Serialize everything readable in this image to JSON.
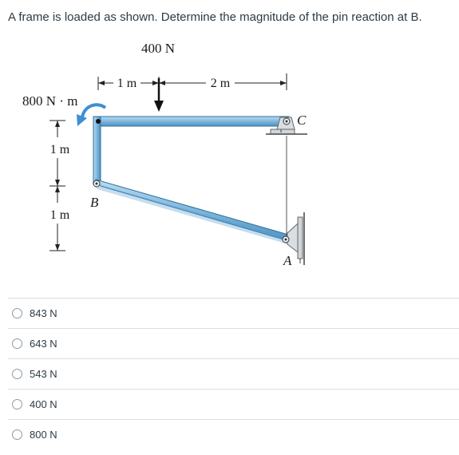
{
  "question": {
    "text": "A frame is loaded as shown. Determine the magnitude of the pin reaction at B."
  },
  "figure": {
    "force_label": "400 N",
    "moment_label": "800 N · m",
    "dim_top_left": "1 m",
    "dim_top_right": "2 m",
    "dim_left_upper": "1 m",
    "dim_left_lower": "1 m",
    "label_b": "B",
    "label_c": "C",
    "label_a": "A",
    "member_color": "#7fb6dd",
    "member_edge": "#2b6f98"
  },
  "choices": [
    {
      "label": "843 N"
    },
    {
      "label": "643 N"
    },
    {
      "label": "543 N"
    },
    {
      "label": "400 N"
    },
    {
      "label": "800 N"
    }
  ]
}
